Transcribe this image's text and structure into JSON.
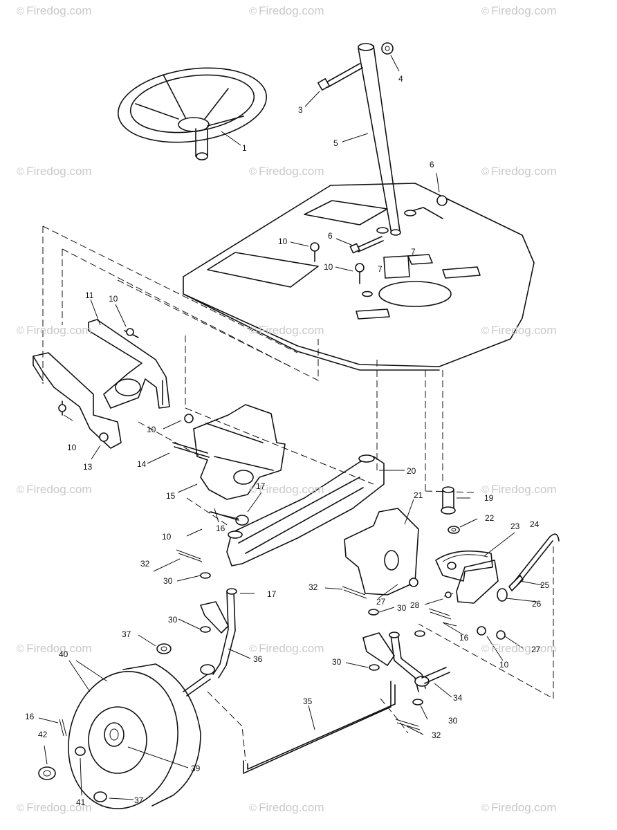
{
  "watermark": {
    "text": "Firedog.com",
    "symbol": "©",
    "color": "#c9c9c9"
  },
  "callouts": [
    {
      "id": "c1",
      "text": "1"
    },
    {
      "id": "c3",
      "text": "3"
    },
    {
      "id": "c4",
      "text": "4"
    },
    {
      "id": "c5",
      "text": "5"
    },
    {
      "id": "c6a",
      "text": "6"
    },
    {
      "id": "c6b",
      "text": "6"
    },
    {
      "id": "c7a",
      "text": "7"
    },
    {
      "id": "c7b",
      "text": "7"
    },
    {
      "id": "c10a",
      "text": "10"
    },
    {
      "id": "c10b",
      "text": "10"
    },
    {
      "id": "c10c",
      "text": "10"
    },
    {
      "id": "c10d",
      "text": "10"
    },
    {
      "id": "c10e",
      "text": "10"
    },
    {
      "id": "c10f",
      "text": "10"
    },
    {
      "id": "c10g",
      "text": "10"
    },
    {
      "id": "c11",
      "text": "11"
    },
    {
      "id": "c13",
      "text": "13"
    },
    {
      "id": "c14",
      "text": "14"
    },
    {
      "id": "c15",
      "text": "15"
    },
    {
      "id": "c16a",
      "text": "16"
    },
    {
      "id": "c16b",
      "text": "16"
    },
    {
      "id": "c16c",
      "text": "16"
    },
    {
      "id": "c17a",
      "text": "17"
    },
    {
      "id": "c17b",
      "text": "17"
    },
    {
      "id": "c19",
      "text": "19"
    },
    {
      "id": "c20",
      "text": "20"
    },
    {
      "id": "c21",
      "text": "21"
    },
    {
      "id": "c22",
      "text": "22"
    },
    {
      "id": "c23",
      "text": "23"
    },
    {
      "id": "c24",
      "text": "24"
    },
    {
      "id": "c25",
      "text": "25"
    },
    {
      "id": "c26",
      "text": "26"
    },
    {
      "id": "c27a",
      "text": "27"
    },
    {
      "id": "c27b",
      "text": "27"
    },
    {
      "id": "c28",
      "text": "28"
    },
    {
      "id": "c30a",
      "text": "30"
    },
    {
      "id": "c30b",
      "text": "30"
    },
    {
      "id": "c30c",
      "text": "30"
    },
    {
      "id": "c30d",
      "text": "30"
    },
    {
      "id": "c30e",
      "text": "30"
    },
    {
      "id": "c32a",
      "text": "32"
    },
    {
      "id": "c32b",
      "text": "32"
    },
    {
      "id": "c32c",
      "text": "32"
    },
    {
      "id": "c34",
      "text": "34"
    },
    {
      "id": "c35",
      "text": "35"
    },
    {
      "id": "c36",
      "text": "36"
    },
    {
      "id": "c37a",
      "text": "37"
    },
    {
      "id": "c37b",
      "text": "37"
    },
    {
      "id": "c39",
      "text": "39"
    },
    {
      "id": "c40",
      "text": "40"
    },
    {
      "id": "c41",
      "text": "41"
    },
    {
      "id": "c42",
      "text": "42"
    }
  ]
}
